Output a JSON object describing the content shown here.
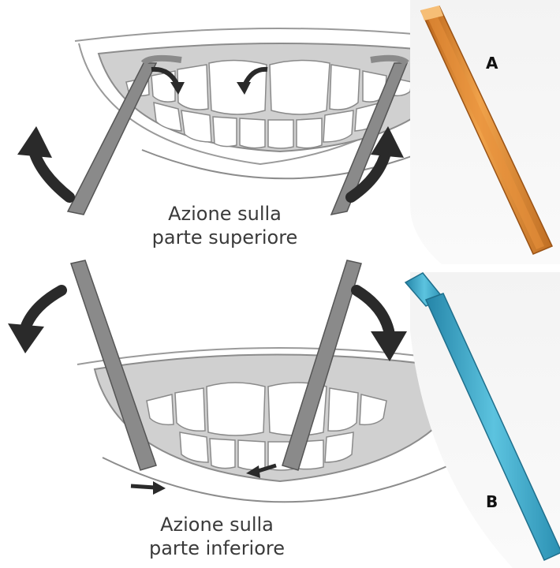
{
  "captions": {
    "upper": {
      "line1": "Azione sulla",
      "line2": "parte superiore"
    },
    "lower": {
      "line1": "Azione sulla",
      "line2": "parte inferiore"
    }
  },
  "labels": {
    "a": "A",
    "b": "B"
  },
  "colors": {
    "tool_a": "#d9893a",
    "tool_b": "#3aa4c4",
    "retractor": "#8a8a8a",
    "arrow": "#2a2a2a",
    "gum": "#c9c9c9",
    "tooth": "#ffffff"
  }
}
